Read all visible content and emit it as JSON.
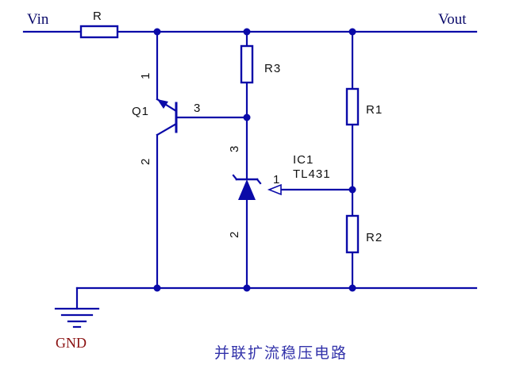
{
  "nets": {
    "input": "Vin",
    "output": "Vout",
    "ground": "GND"
  },
  "components": {
    "r_in": "R",
    "r3": "R3",
    "r1": "R1",
    "r2": "R2",
    "q1": {
      "ref": "Q1",
      "pin_collector": "1",
      "pin_emitter": "2",
      "pin_base": "3"
    },
    "ic1": {
      "ref": "IC1",
      "part": "TL431",
      "pin_ref": "1",
      "pin_anode": "2",
      "pin_cathode": "3"
    }
  },
  "caption": "并联扩流稳压电路",
  "colors": {
    "wire": "#0a0aa8",
    "ground_label": "#8a1010",
    "caption": "#3333aa"
  }
}
